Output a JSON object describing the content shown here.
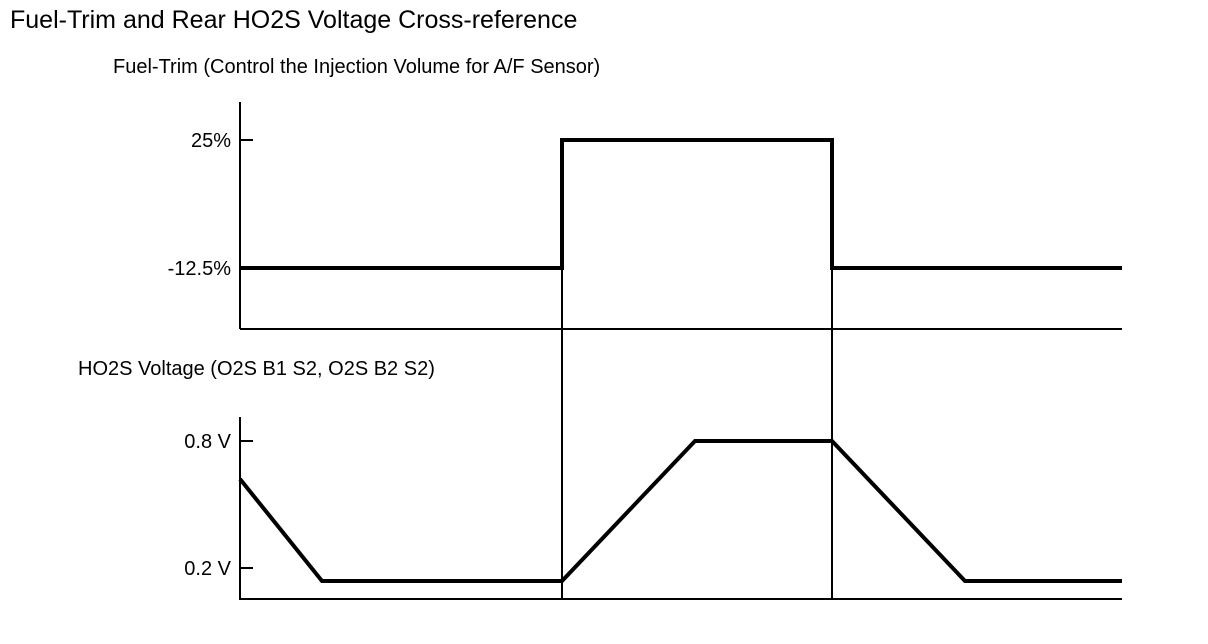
{
  "title": "Fuel-Trim and Rear HO2S Voltage Cross-reference",
  "colors": {
    "line": "#000000",
    "background": "#ffffff"
  },
  "fuel_trim": {
    "label": "Fuel-Trim (Control the Injection Volume for A/F Sensor)",
    "ticks": [
      {
        "label": "25%",
        "value": 25
      },
      {
        "label": "-12.5%",
        "value": -12.5
      }
    ]
  },
  "ho2s": {
    "label": "HO2S Voltage (O2S B1 S2, O2S B2 S2)",
    "ticks": [
      {
        "label": "0.8 V",
        "value": 0.8
      },
      {
        "label": "0.2 V",
        "value": 0.2
      }
    ]
  }
}
